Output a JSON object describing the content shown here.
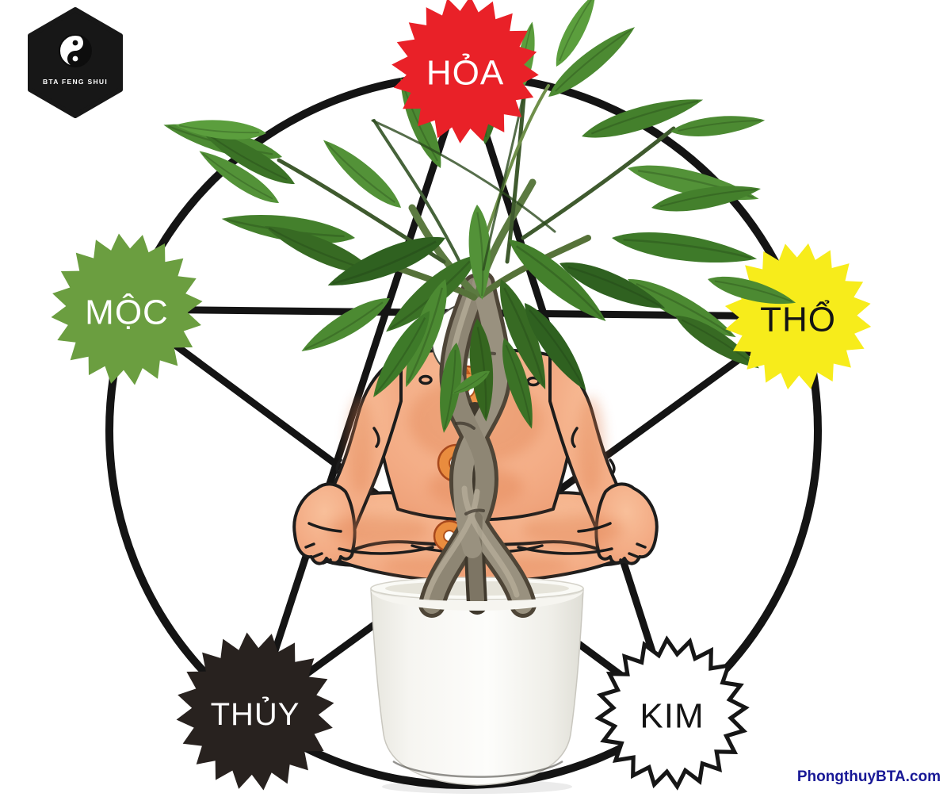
{
  "page": {
    "background_color": "#ffffff"
  },
  "logo": {
    "brand_text": "BTA FENG SHUI",
    "shape": "hexagon",
    "icon": "yin-yang-icon",
    "color": "#171717"
  },
  "diagram": {
    "type": "five-elements-cycle",
    "line_color": "#141414",
    "badges": [
      {
        "id": "hoa",
        "label": "HỎA",
        "fill": "#e92128",
        "text_color": "#ffffff",
        "position": "top"
      },
      {
        "id": "moc",
        "label": "MỘC",
        "fill": "#6b9e40",
        "text_color": "#ffffff",
        "position": "left"
      },
      {
        "id": "tho",
        "label": "THỔ",
        "fill": "#f7ec1b",
        "text_color": "#141414",
        "position": "right"
      },
      {
        "id": "thuy",
        "label": "THỦY",
        "fill": "#28221f",
        "text_color": "#ffffff",
        "position": "bottom-left"
      },
      {
        "id": "kim",
        "label": "KIM",
        "fill": "#ffffff",
        "text_color": "#141414",
        "position": "bottom-right"
      }
    ],
    "center_illustration": "meditating person with braided money tree in white pot"
  },
  "footer": {
    "website": "PhongthuyBTA.com",
    "color": "#181896"
  }
}
